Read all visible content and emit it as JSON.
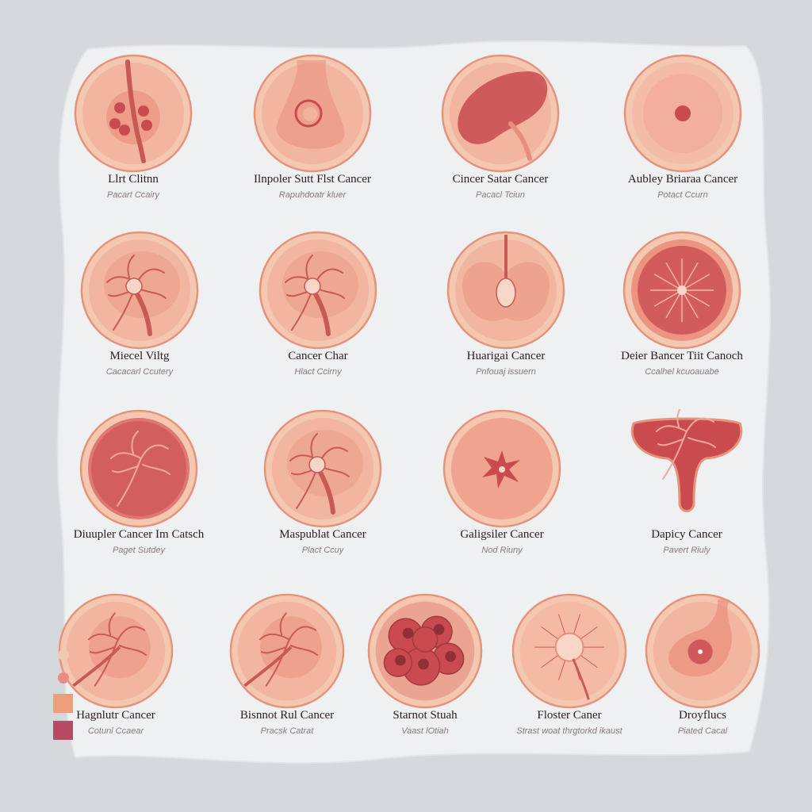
{
  "palette": {
    "background": "#d6d9db",
    "sheet": "#eef0f2",
    "disc_outer": "#f3c7b0",
    "disc_ring": "#e6937b",
    "tissue_light": "#f2b39d",
    "tissue_mid": "#e98e7c",
    "tissue_dark": "#c94a4f",
    "vessel": "#c75a55",
    "legend": [
      "#f3c7b0",
      "#e98b80",
      "#ee9e7c",
      "#b94a63"
    ]
  },
  "rows": [
    [
      {
        "title": "Llrt Clitnn",
        "subtitle": "Pacart Ccairy",
        "icon": "vessel-lesions"
      },
      {
        "title": "Ilnpoler Sutt Flst Cancer",
        "subtitle": "Rapuhdoatr kluer",
        "icon": "duct-cyst"
      },
      {
        "title": "Cincer Satar Cancer",
        "subtitle": "Pacacl Tciun",
        "icon": "organ-lobe"
      },
      {
        "title": "Aubley Briaraa Cancer",
        "subtitle": "Potact Ccurn",
        "icon": "nodular-core"
      }
    ],
    [
      {
        "title": "Miecel Viltg",
        "subtitle": "Cacacarl Ccutery",
        "icon": "branching-vessel"
      },
      {
        "title": "Cancer Char",
        "subtitle": "Hlact Ccirny",
        "icon": "branching-vessel"
      },
      {
        "title": "Huarigai Cancer",
        "subtitle": "Pnfouaj issuern",
        "icon": "kidney-duct"
      },
      {
        "title": "Deier Bancer Tiit Canoch",
        "subtitle": "Ccalhel kcuoauabe",
        "icon": "radial-tumor"
      }
    ],
    [
      {
        "title": "Diuupler Cancer Im Catsch",
        "subtitle": "Paget Sutdey",
        "icon": "dark-organ"
      },
      {
        "title": "Maspublat Cancer",
        "subtitle": "Plact Ccuy",
        "icon": "branching-vessel"
      },
      {
        "title": "Galigsiler Cancer",
        "subtitle": "Nod Riuny",
        "icon": "star-lesion"
      },
      {
        "title": "Dapicy Cancer",
        "subtitle": "Pavert Riuly",
        "icon": "uterus"
      }
    ],
    [
      {
        "title": "Hagnlutr Cancer",
        "subtitle": "Cotunl Ccaear",
        "icon": "fine-branches"
      },
      {
        "title": "Bisnnot Rul Cancer",
        "subtitle": "Pracsk Catrat",
        "icon": "fine-branches"
      },
      {
        "title": "Starnot Stuah",
        "subtitle": "Vaast lOtiah",
        "icon": "cell-cluster"
      },
      {
        "title": "Floster Caner",
        "subtitle": "Strast woat thrgtorkd ikaust",
        "icon": "central-node"
      },
      {
        "title": "Droyflucs",
        "subtitle": "Piated Cacal",
        "icon": "sac-lesion"
      }
    ]
  ]
}
